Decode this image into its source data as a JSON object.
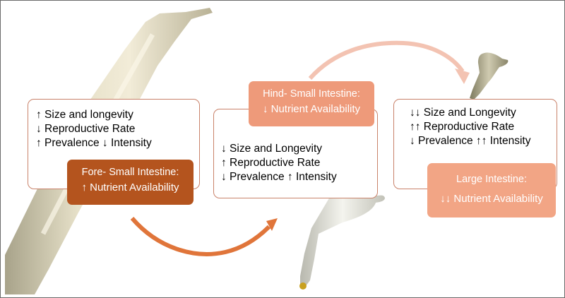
{
  "stages": [
    {
      "lines": [
        "↑ Size and longevity",
        "↓ Reproductive Rate",
        "↑ Prevalence ↓ Intensity"
      ],
      "title": "Fore- Small Intestine:",
      "subtitle": "↑ Nutrient Availability",
      "color": "#b4541e"
    },
    {
      "lines": [
        "↓ Size and Longevity",
        "↑ Reproductive Rate",
        "↓ Prevalence ↑ Intensity"
      ],
      "title": "Hind- Small Intestine:",
      "subtitle": "↓ Nutrient Availability",
      "color": "#ee9a7a"
    },
    {
      "lines": [
        "↓↓ Size and Longevity",
        "↑↑ Reproductive Rate",
        "↓ Prevalence ↑↑ Intensity"
      ],
      "title": "Large Intestine:",
      "subtitle": "↓↓ Nutrient Availability",
      "color": "#f2a585"
    }
  ],
  "colors": {
    "arrow_1": "#e0753a",
    "arrow_2": "#f3c3b2",
    "panel_border": "#c9826a"
  }
}
